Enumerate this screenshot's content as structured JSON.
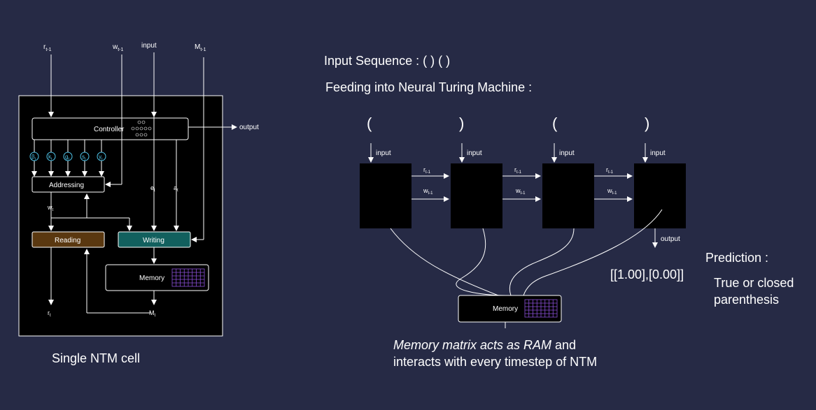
{
  "cell": {
    "inputs": {
      "r_prev": "r",
      "r_prev_sub": "t-1",
      "w_prev": "w",
      "w_prev_sub": "t-1",
      "input": "input",
      "m_prev": "M",
      "m_prev_sub": "t-1"
    },
    "controller": "Controller",
    "output": "output",
    "params": [
      {
        "sym": "β",
        "sub": "t"
      },
      {
        "sym": "k",
        "sub": "t"
      },
      {
        "sym": "g",
        "sub": "t"
      },
      {
        "sym": "s",
        "sub": "t"
      },
      {
        "sym": "γ",
        "sub": "t"
      }
    ],
    "addressing": "Addressing",
    "w_t": "w",
    "w_t_sub": "t",
    "e_t": "e",
    "e_t_sub": "t",
    "a_t": "a",
    "a_t_sub": "t",
    "reading": "Reading",
    "writing": "Writing",
    "memory": "Memory",
    "r_t": "r",
    "r_t_sub": "t",
    "m_t": "M",
    "m_t_sub": "t",
    "caption": "Single NTM cell",
    "colors": {
      "reading": "#5a3810",
      "writing": "#12605e",
      "grid": "#8a4fd6",
      "param": "#4ec3e8"
    }
  },
  "sequence": {
    "title": "Input Sequence : ( ) ( )",
    "subtitle": "Feeding into Neural Turing Machine :",
    "tokens": [
      "(",
      ")",
      "(",
      ")"
    ],
    "input_label": "input",
    "r_label": "r",
    "r_sub": "t-1",
    "w_label": "w",
    "w_sub": "t-1",
    "output_label": "output",
    "memory": "Memory",
    "prediction_label": "Prediction :",
    "prediction_value": "[[1.00],[0.00]]",
    "prediction_note_1": "True or closed",
    "prediction_note_2": "parenthesis",
    "caption_italic": "Memory matrix acts  as RAM",
    "caption_rest": " and",
    "caption_line2": "interacts with every timestep of NTM"
  }
}
